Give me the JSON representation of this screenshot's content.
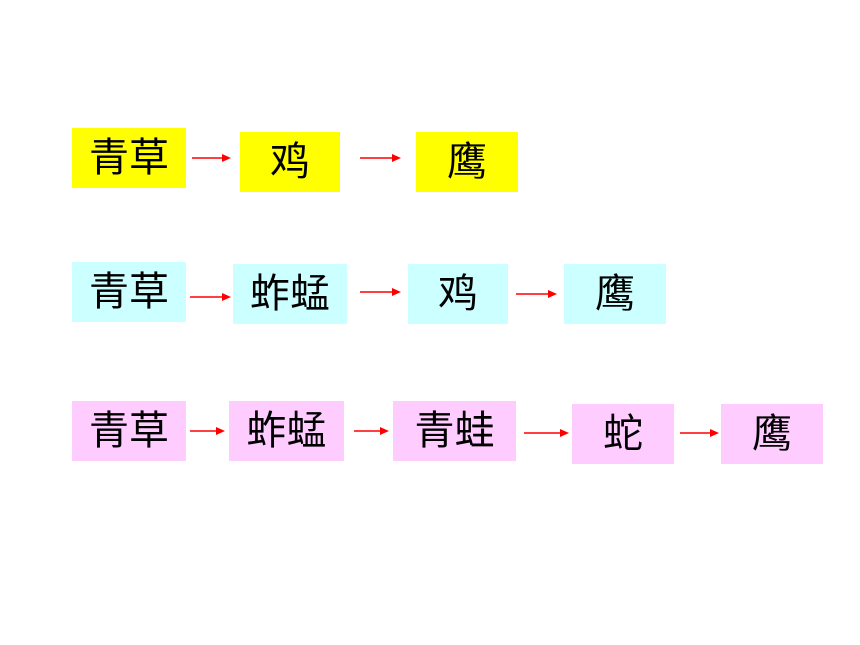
{
  "colors": {
    "yellow": "#ffff00",
    "cyan": "#ccffff",
    "pink": "#ffccff",
    "arrow": "#ff0000"
  },
  "chains": [
    {
      "color": "yellow",
      "items": [
        "青草",
        "鸡",
        "鹰"
      ]
    },
    {
      "color": "cyan",
      "items": [
        "青草",
        "蚱蜢",
        "鸡",
        "鹰"
      ]
    },
    {
      "color": "pink",
      "items": [
        "青草",
        "蚱蜢",
        "青蛙",
        "蛇",
        "鹰"
      ]
    }
  ]
}
